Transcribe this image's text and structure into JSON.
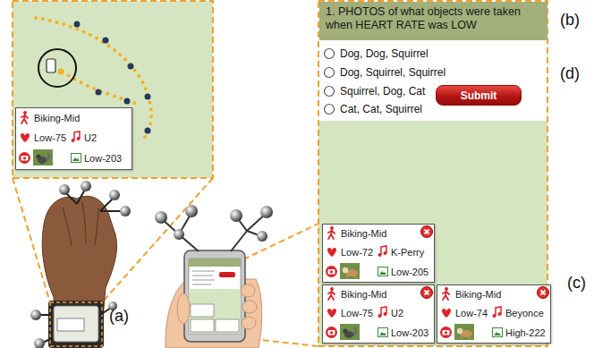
{
  "diagram": {
    "nodes": [
      {
        "text": [
          "Biking-Mid",
          "Low-75",
          "U2",
          "Low-203"
        ]
      },
      {
        "text": [
          "1. PHOTOS of what objects were taken when HEART RATE was LOW"
        ]
      },
      {
        "text": [
          "Submit"
        ]
      },
      {
        "text": [
          "Biking-Mid",
          "Low-72",
          "K-Perry",
          "Low-205"
        ]
      },
      {
        "text": [
          "Biking-Mid",
          "Low-75",
          "U2",
          "Low-203"
        ]
      },
      {
        "text": [
          "Biking-Mid",
          "Low-74",
          "Beyonce",
          "High-222"
        ]
      }
    ],
    "labels": [
      "(b)",
      "Dog, Dog, Squirrel",
      "Dog, Squirrel, Squirrel",
      "Squirrel, Dog, Cat",
      "Cat, Cat, Squirrel",
      "(d)",
      "(c)",
      "(a)"
    ]
  }
}
